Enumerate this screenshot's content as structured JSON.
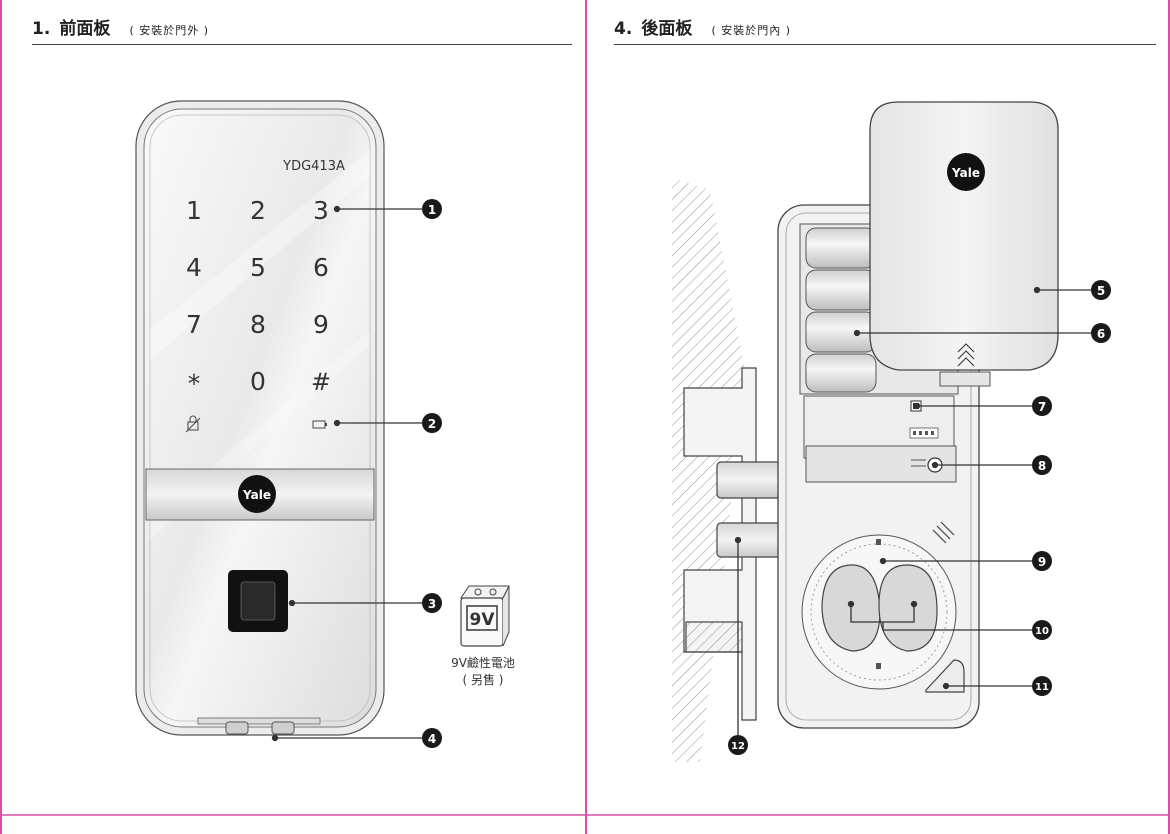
{
  "front": {
    "section_num": "1.",
    "title": "前面板",
    "subtitle": "( 安裝於門外 )",
    "model": "YDG413A",
    "keys": [
      "1",
      "2",
      "3",
      "4",
      "5",
      "6",
      "7",
      "8",
      "9",
      "*",
      "0",
      "#"
    ],
    "brand": "Yale",
    "battery_label": "9V",
    "battery_caption_1": "9V鹼性電池",
    "battery_caption_2": "( 另售 )",
    "callouts": [
      "1",
      "2",
      "3",
      "4"
    ]
  },
  "back": {
    "section_num": "4.",
    "title": "後面板",
    "subtitle": "( 安裝於門內 )",
    "brand": "Yale",
    "callouts": [
      "5",
      "6",
      "7",
      "8",
      "9",
      "10",
      "11",
      "12"
    ]
  },
  "colors": {
    "border": "#d94fa6",
    "callout": "#1a1a1a",
    "line": "#333333"
  }
}
